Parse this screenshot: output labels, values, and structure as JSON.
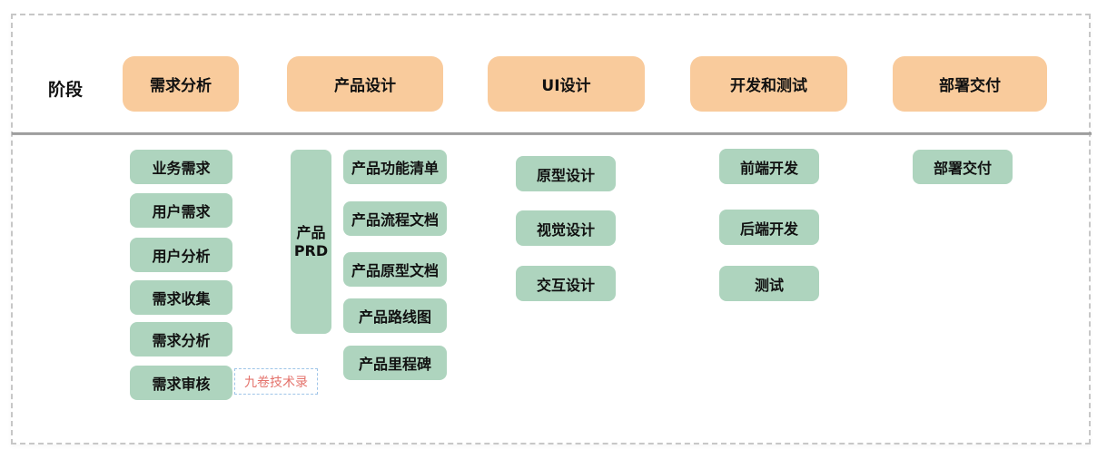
{
  "lane": {
    "label": "阶段"
  },
  "stages": [
    {
      "label": "需求分析"
    },
    {
      "label": "产品设计"
    },
    {
      "label": "UI设计"
    },
    {
      "label": "开发和测试"
    },
    {
      "label": "部署交付"
    }
  ],
  "tasks": {
    "requirements": [
      "业务需求",
      "用户需求",
      "用户分析",
      "需求收集",
      "需求分析",
      "需求审核"
    ],
    "product_design": {
      "prd": {
        "line1": "产品",
        "line2": "PRD"
      },
      "docs": [
        "产品功能清单",
        "产品流程文档",
        "产品原型文档",
        "产品路线图",
        "产品里程碑"
      ]
    },
    "ui_design": [
      "原型设计",
      "视觉设计",
      "交互设计"
    ],
    "dev_test": [
      "前端开发",
      "后端开发",
      "测试"
    ],
    "deploy": [
      "部署交付"
    ]
  },
  "watermark": {
    "text": "九卷技术录"
  },
  "colors": {
    "stage_fill": "#f9cb9c",
    "task_fill": "#aed4be",
    "divider": "#a6a6a6",
    "canvas_border": "#c7c7c7",
    "watermark_text": "#e4736c",
    "watermark_border": "#9fc5e8"
  }
}
